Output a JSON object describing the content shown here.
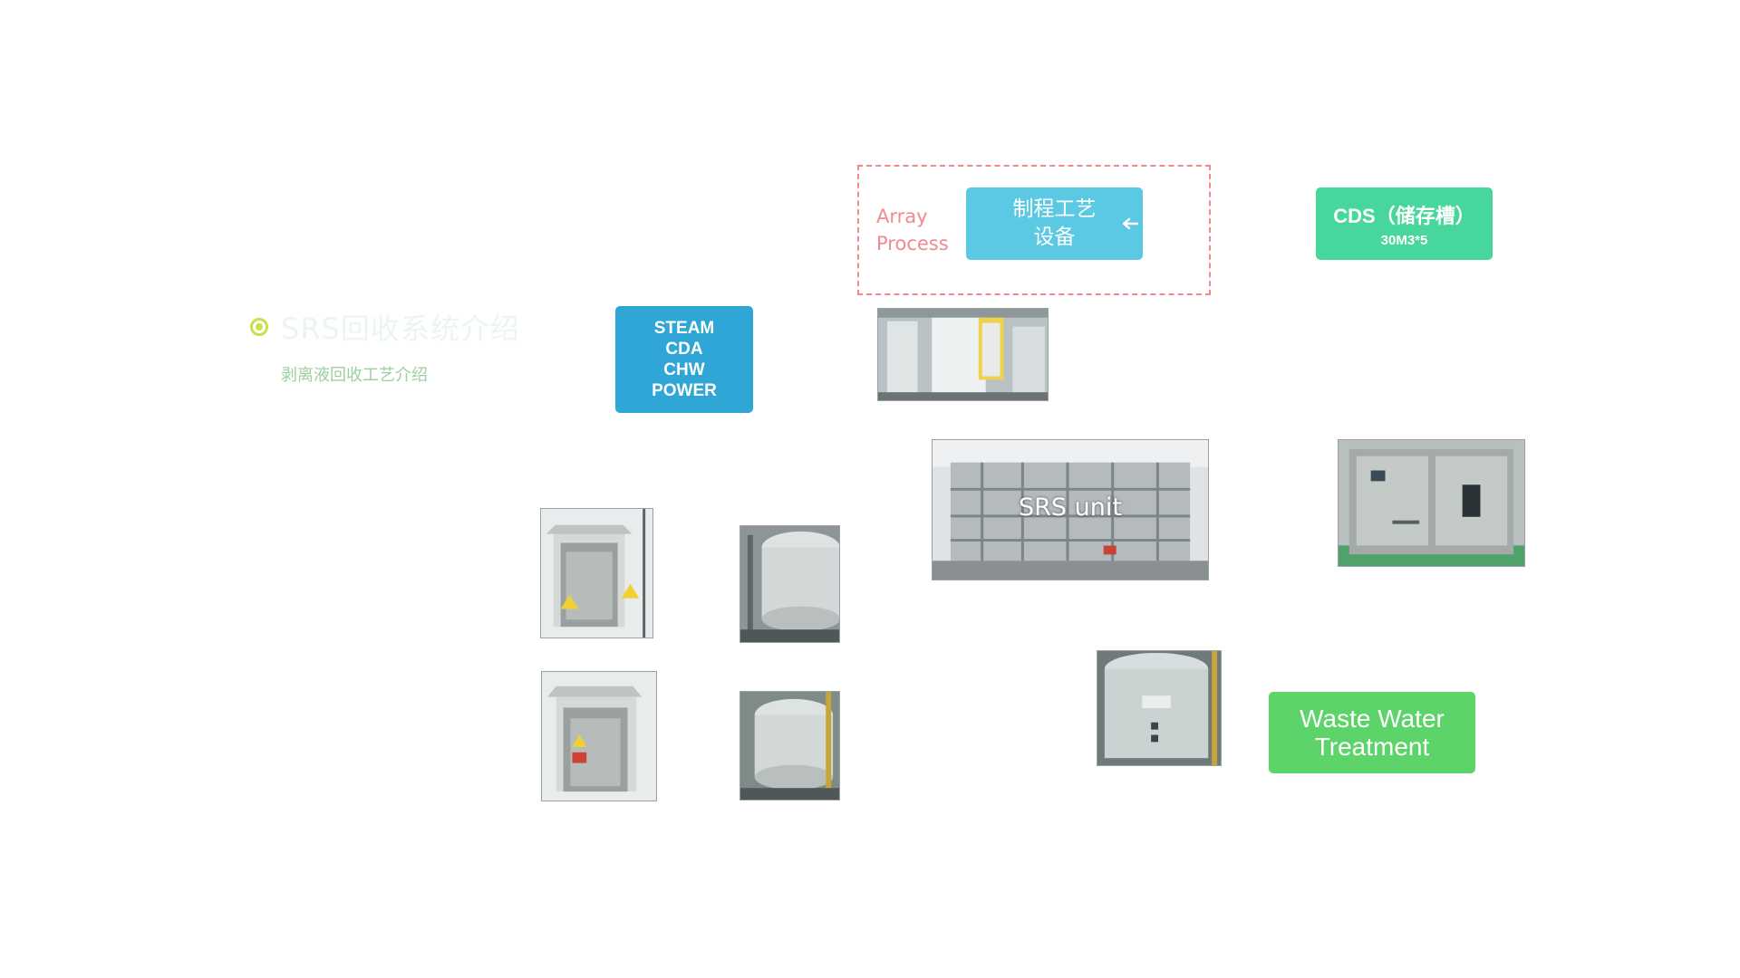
{
  "title": "SRS回收系统介绍",
  "subtitle": "剥离液回收工艺介绍",
  "utilities_box": {
    "lines": [
      "STEAM",
      "CDA",
      "CHW",
      "POWER"
    ],
    "color": "#2fa6d6"
  },
  "array_group": {
    "label_line1": "Array",
    "label_line2": "Process",
    "frame_color": "#f08a8f",
    "process_box": {
      "line1": "制程工艺",
      "line2": "设备",
      "color": "#5bc8e4"
    },
    "arrow_icon": "arrow-left-icon"
  },
  "cds_box": {
    "title": "CDS（储存槽）",
    "sub": "30M3*5",
    "color": "#47d69b"
  },
  "srs_unit": {
    "label": "SRS unit"
  },
  "waste_water_box": {
    "line1": "Waste Water",
    "line2": "Treatment",
    "color": "#5dd46a"
  },
  "accent_color": "#c8e04a"
}
